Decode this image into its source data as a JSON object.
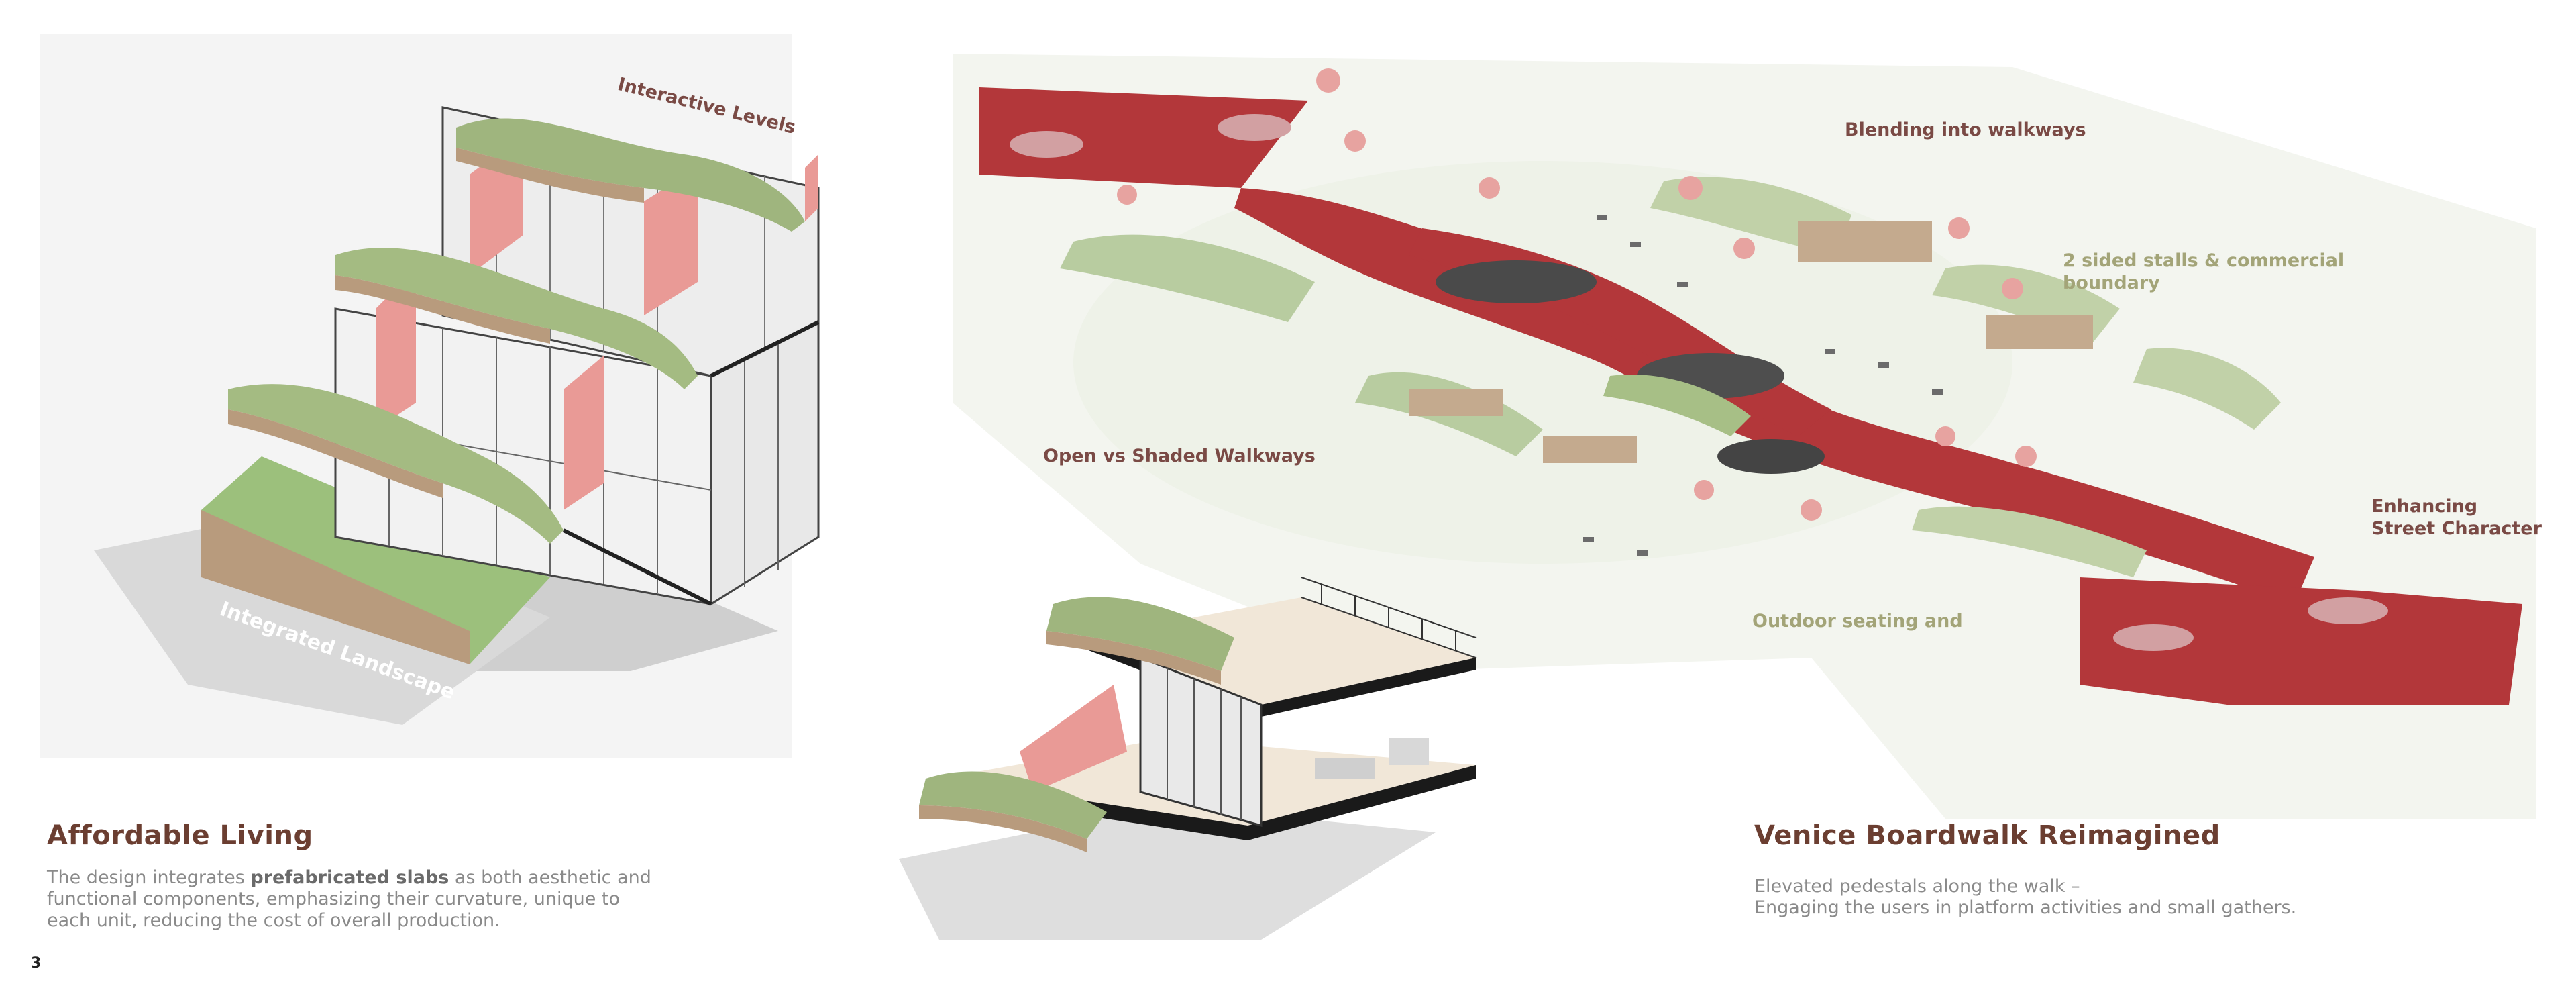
{
  "diagram_labels": {
    "interactive_levels": "Interactive Levels",
    "integrated_landscape": "Integrated Landscape",
    "blending": "Blending into walkways",
    "stalls_line1": "2 sided stalls & commercial",
    "stalls_line2": "boundary",
    "open_shaded": "Open vs Shaded Walkways",
    "enhancing_line1": "Enhancing",
    "enhancing_line2": "Street Character",
    "outdoor_seating": "Outdoor seating and"
  },
  "left_section": {
    "title": "Affordable Living",
    "body_pre": "The design integrates ",
    "body_bold": "prefabricated slabs",
    "body_line1_post": " as both aesthetic and",
    "body_line2": "functional components, emphasizing their curvature, unique to",
    "body_line3": "each unit, reducing the cost of overall production."
  },
  "right_section": {
    "title": "Venice Boardwalk Reimagined",
    "line1": "Elevated pedestals along the walk –",
    "line2": "Engaging the users in platform activities and small gathers."
  },
  "page_number": "3",
  "colors": {
    "boardwalk_red": "#b3373a",
    "planting_green": "#9fb57e",
    "title_brown": "#6b3e31",
    "label_brown": "#7a4a45",
    "label_olive": "#a3a478"
  }
}
